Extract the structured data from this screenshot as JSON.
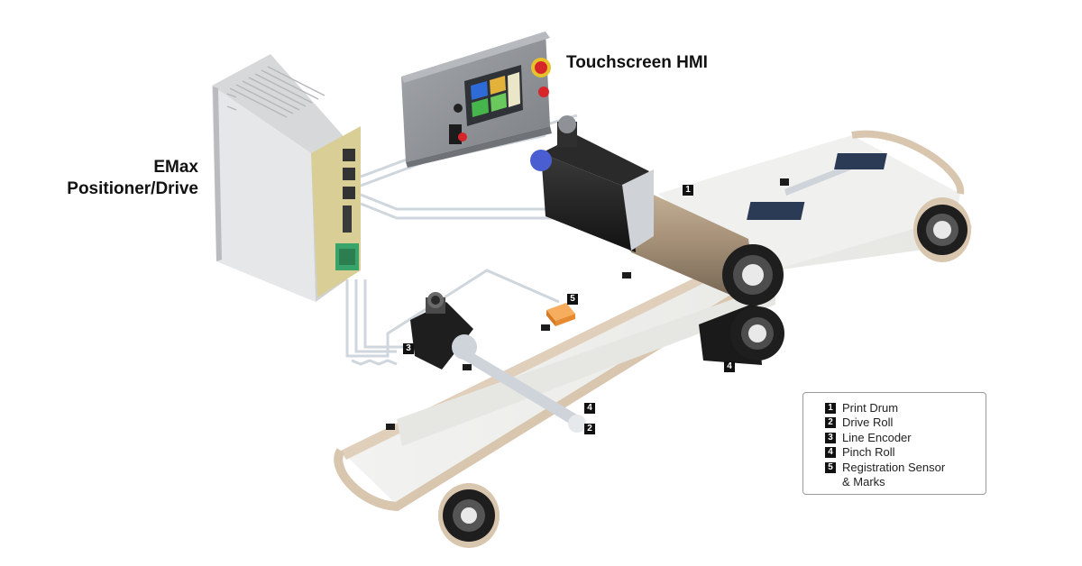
{
  "labels": {
    "hmi": "Touchscreen HMI",
    "drive_line1": "EMax",
    "drive_line2": "Positioner/Drive"
  },
  "badges": {
    "b1": "1",
    "b2": "2",
    "b3": "3",
    "b4a": "4",
    "b4b": "4",
    "b5": "5"
  },
  "legend": {
    "items": [
      {
        "num": "1",
        "text": "Print Drum"
      },
      {
        "num": "2",
        "text": "Drive Roll"
      },
      {
        "num": "3",
        "text": "Line Encoder"
      },
      {
        "num": "4",
        "text": "Pinch Roll"
      },
      {
        "num": "5",
        "text": "Registration Sensor",
        "text2": "& Marks"
      }
    ]
  },
  "colors": {
    "belt_edge": "#d9c6ae",
    "belt_face": "#f4f4f2",
    "drum": "#a89478",
    "motor": "#1e1e1e",
    "enclosure": "#8e9196",
    "drive_body": "#e3e4e6",
    "sensor": "#f2973a",
    "cable": "#cfd6dd"
  },
  "icons": {
    "stop_button": "red-emergency-stop",
    "hmi_screen": "colored-touch-panel"
  }
}
